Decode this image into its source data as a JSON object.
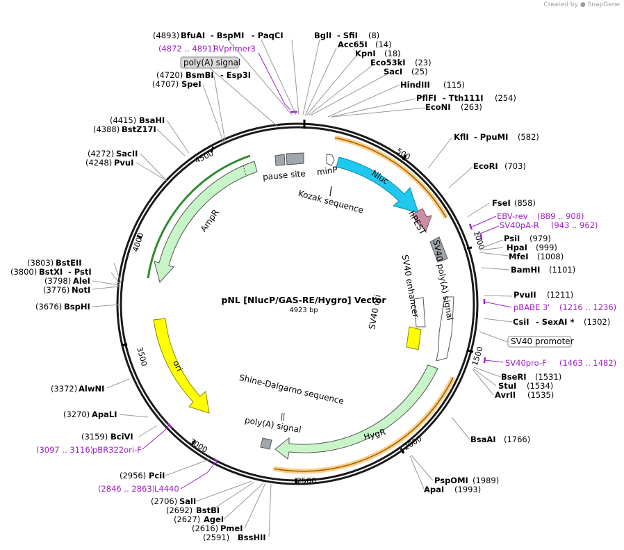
{
  "watermark": {
    "prefix": "Created by",
    "brand": "SnapGene"
  },
  "title": "pNL [NlucP/GAS-RE/Hygro] Vector",
  "subtitle": "4923 bp",
  "ticks": [
    "4500",
    "500",
    "1000",
    "1500",
    "2000",
    "2500",
    "3000",
    "3500",
    "4000"
  ],
  "enzymes": [
    {
      "pos": "(4893)",
      "name": "BfuAI"
    },
    {
      "name": "- BspMI"
    },
    {
      "name": "- PaqCI"
    },
    {
      "name": "BglI"
    },
    {
      "name": "- SfiI",
      "pos": "(8)"
    },
    {
      "name": "Acc65I",
      "pos": "(14)"
    },
    {
      "name": "KpnI",
      "pos": "(18)"
    },
    {
      "name": "Eco53kI",
      "pos": "(23)"
    },
    {
      "name": "SacI",
      "pos": "(25)"
    },
    {
      "name": "HindIII",
      "pos": "(115)"
    },
    {
      "name": "PflFI",
      "pos": "(254)"
    },
    {
      "name": "- Tth111I"
    },
    {
      "name": "EcoNI",
      "pos": "(263)"
    },
    {
      "name": "KflI",
      "pos": "(582)"
    },
    {
      "name": "- PpuMI"
    },
    {
      "name": "EcoRI",
      "pos": "(703)"
    },
    {
      "name": "FseI",
      "pos": "(858)"
    },
    {
      "name": "PsiI",
      "pos": "(979)"
    },
    {
      "name": "HpaI",
      "pos": "(999)"
    },
    {
      "name": "MfeI",
      "pos": "(1008)"
    },
    {
      "name": "BamHI",
      "pos": "(1101)"
    },
    {
      "name": "PvuII",
      "pos": "(1211)"
    },
    {
      "name": "CsiI",
      "pos": "(1302)"
    },
    {
      "name": "- SexAI *"
    },
    {
      "name": "BseRI",
      "pos": "(1531)"
    },
    {
      "name": "StuI",
      "pos": "(1534)"
    },
    {
      "name": "AvrII",
      "pos": "(1535)"
    },
    {
      "name": "BsaAI",
      "pos": "(1766)"
    },
    {
      "name": "PspOMI",
      "pos": "(1989)"
    },
    {
      "name": "ApaI",
      "pos": "(1993)"
    },
    {
      "name": "BssHII",
      "pos": "(2591)"
    },
    {
      "name": "PmeI",
      "pos": "(2616)"
    },
    {
      "name": "AgeI",
      "pos": "(2627)"
    },
    {
      "name": "BstBI",
      "pos": "(2692)"
    },
    {
      "name": "SalI",
      "pos": "(2706)"
    },
    {
      "name": "PciI",
      "pos": "(2956)"
    },
    {
      "name": "BciVI",
      "pos": "(3159)"
    },
    {
      "name": "ApaLI",
      "pos": "(3270)"
    },
    {
      "name": "AlwNI",
      "pos": "(3372)"
    },
    {
      "name": "BspHI",
      "pos": "(3676)"
    },
    {
      "name": "NotI",
      "pos": "(3776)"
    },
    {
      "name": "AleI",
      "pos": "(3798)"
    },
    {
      "name": "BstXI",
      "pos": "(3800)"
    },
    {
      "name": "- PstI"
    },
    {
      "name": "BstEII",
      "pos": "(3803)"
    },
    {
      "name": "PvuI",
      "pos": "(4248)"
    },
    {
      "name": "SacII",
      "pos": "(4272)"
    },
    {
      "name": "BstZ17I",
      "pos": "(4388)"
    },
    {
      "name": "BsaHI",
      "pos": "(4415)"
    },
    {
      "name": "SpeI",
      "pos": "(4707)"
    },
    {
      "name": "BsmBI",
      "pos": "(4720)"
    },
    {
      "name": "- Esp3I"
    }
  ],
  "primers": [
    {
      "range": "(4872 .. 4891)",
      "name": "RVprimer3"
    },
    {
      "name": "EBV-rev",
      "range": "(889 .. 908)"
    },
    {
      "name": "SV40pA-R",
      "range": "(943 .. 962)"
    },
    {
      "name": "pBABE 3'",
      "range": "(1216 .. 1236)"
    },
    {
      "name": "SV40pro-F",
      "range": "(1463 .. 1482)"
    },
    {
      "range": "(3097 .. 3116)",
      "name": "pBR322ori-F"
    },
    {
      "range": "(2846 .. 2863)",
      "name": "L4440"
    }
  ],
  "features": {
    "pause_site": "pause site",
    "minP": "minP",
    "kozak": "Kozak sequence",
    "nluc": "Nluc",
    "hpest": "hPEST",
    "sv40_polya": "SV40 poly(A) signal",
    "sv40_enhancer": "SV40 enhancer",
    "sv40_ori": "SV40 ori",
    "hygr": "HygR",
    "shine": "Shine-Dalgarno sequence",
    "polya_inner": "poly(A) signal",
    "ampr": "AmpR",
    "ori": "ori",
    "polya_box": "poly(A) signal",
    "sv40_promoter_box": "SV40 promoter"
  },
  "colors": {
    "ring": "#1a1a1a",
    "ampr": "#c8f5c8",
    "ampr_track": "#2e8b2e",
    "nluc": "#1ec8ee",
    "hpest": "#c98fa5",
    "ori": "#ffff00",
    "hygr": "#c8f5c8",
    "orange": "#f5a623",
    "grey": "#a0a6ad",
    "primer": "#9b1fc4"
  }
}
